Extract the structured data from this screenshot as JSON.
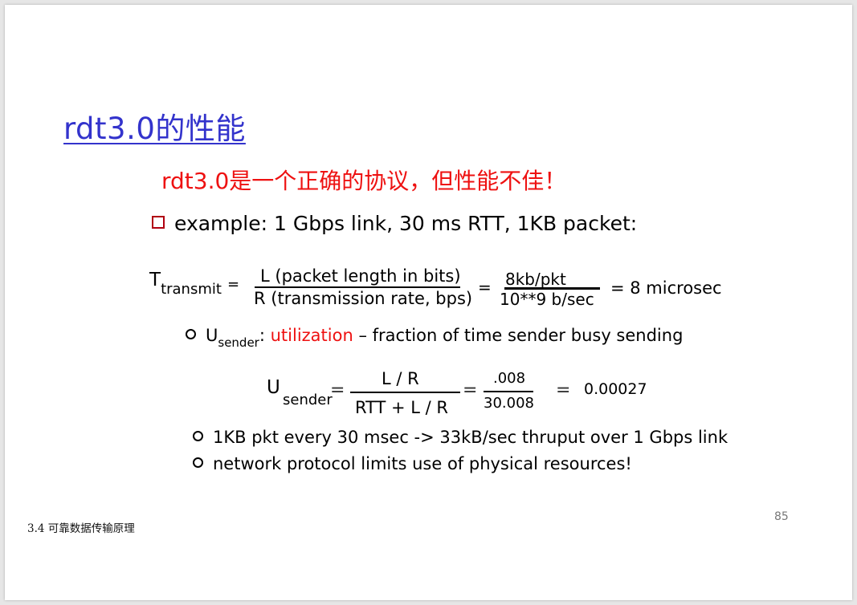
{
  "slide": {
    "title": "rdt3.0的性能",
    "claim": "rdt3.0是一个正确的协议，但性能不佳！",
    "bullet_main": "example: 1 Gbps link, 30 ms RTT, 1KB packet:",
    "transmit": {
      "T": "T",
      "T_sub": "transmit",
      "eq1": "=",
      "num": "L (packet length in bits)",
      "den": "R (transmission rate, bps)",
      "eq2": "=",
      "num2": "8kb/pkt",
      "den2": "10**9 b/sec",
      "result": "= 8 microsec"
    },
    "util_bullet": {
      "U": "U",
      "sub": "sender",
      "colon": ": ",
      "term": "utilization",
      "rest": " – fraction of time sender busy sending"
    },
    "util_formula": {
      "U": "U",
      "sub": "sender",
      "eq1": "=",
      "num": "L / R",
      "den": "RTT + L / R",
      "eq2": "=",
      "num2": ".008",
      "den2": "30.008",
      "eq3": "=",
      "result": "0.00027"
    },
    "sub_bullets": [
      "1KB pkt every 30 msec -> 33kB/sec thruput over 1 Gbps link",
      "network protocol limits use of physical resources!"
    ],
    "footer_left": "3.4 可靠数据传输原理",
    "page_number": "85"
  }
}
